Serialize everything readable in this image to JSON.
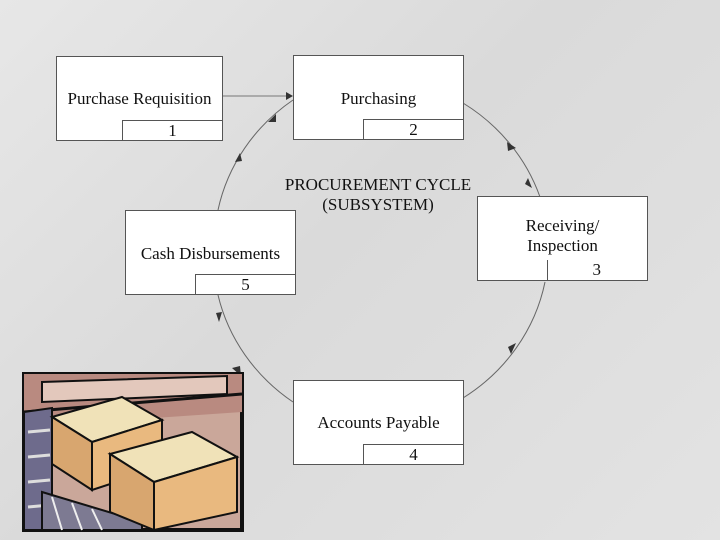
{
  "diagram": {
    "center_title_line1": "PROCUREMENT CYCLE",
    "center_title_line2": "(SUBSYSTEM)",
    "boxes": [
      {
        "label": "Purchase Requisition",
        "number": "1"
      },
      {
        "label": "Purchasing",
        "number": "2"
      },
      {
        "label_line1": "Receiving/",
        "label_line2": "Inspection",
        "number": "3"
      },
      {
        "label": "Accounts Payable",
        "number": "4"
      },
      {
        "label": "Cash Disbursements",
        "number": "5"
      }
    ]
  },
  "colors": {
    "background": "#e0e0e0",
    "box_fill": "#ffffff",
    "border": "#555555",
    "arrow": "#333333"
  },
  "clipart": {
    "icon": "warehouse-boxes-clipart"
  }
}
